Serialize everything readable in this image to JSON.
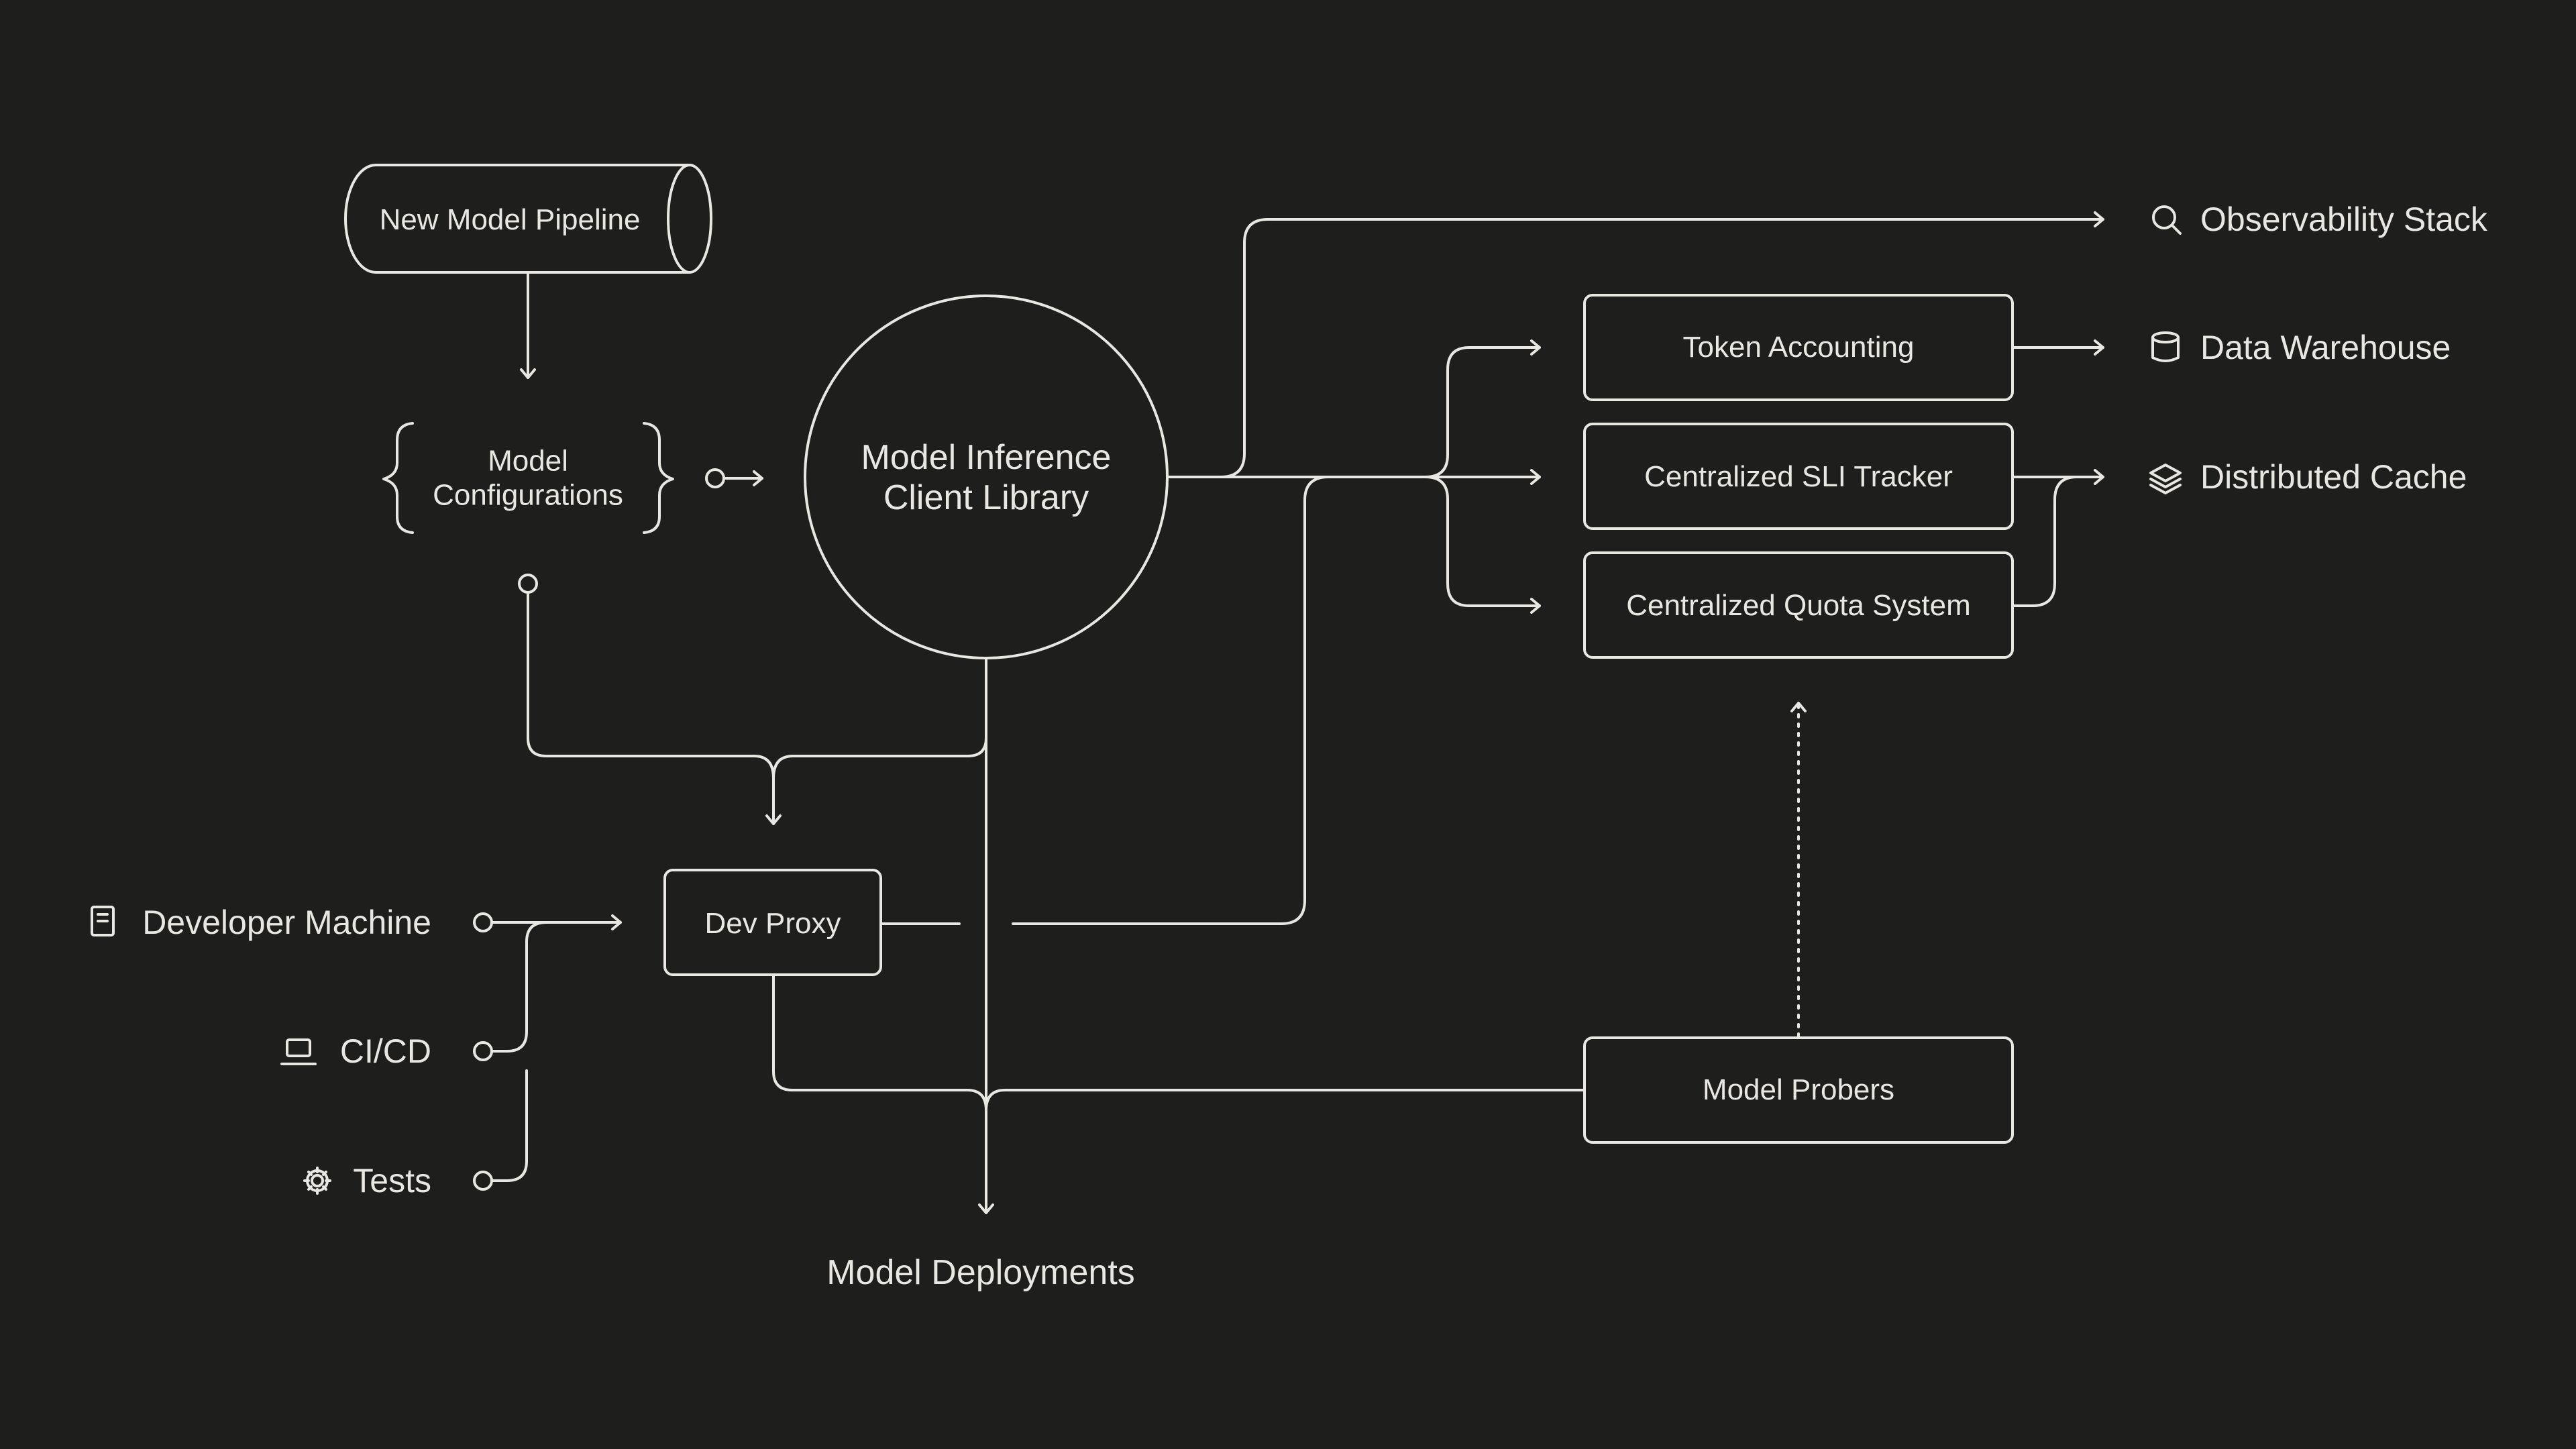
{
  "nodes": {
    "pipeline": "New Model Pipeline",
    "config_line1": "Model",
    "config_line2": "Configurations",
    "library_line1": "Model Inference",
    "library_line2": "Client Library",
    "token_accounting": "Token Accounting",
    "sli_tracker": "Centralized SLI Tracker",
    "quota_system": "Centralized Quota System",
    "dev_proxy": "Dev Proxy",
    "model_probers": "Model Probers",
    "deployments": "Model Deployments"
  },
  "sources": {
    "developer_machine": "Developer Machine",
    "cicd": "CI/CD",
    "tests": "Tests"
  },
  "destinations": {
    "observability": "Observability Stack",
    "warehouse": "Data Warehouse",
    "cache": "Distributed Cache"
  },
  "icons": {
    "developer_machine": "document-icon",
    "cicd": "laptop-icon",
    "tests": "gear-icon",
    "observability": "search-icon",
    "warehouse": "database-icon",
    "cache": "layers-icon"
  },
  "colors": {
    "background": "#1e1e1c",
    "stroke": "#e9e7e2"
  }
}
